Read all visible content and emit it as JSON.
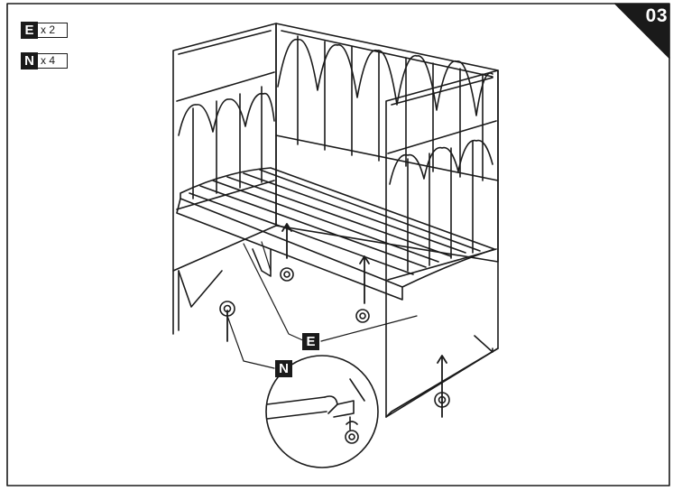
{
  "step": {
    "number": "03"
  },
  "parts": [
    {
      "letter": "E",
      "quantity": "x 2"
    },
    {
      "letter": "N",
      "quantity": "x 4"
    }
  ],
  "callouts": {
    "e": "E",
    "n": "N"
  },
  "colors": {
    "ink": "#1a1a1a",
    "paper": "#ffffff"
  },
  "icons": [
    "bolt-icon",
    "nut-icon",
    "up-arrow-icon",
    "magnify-detail-icon"
  ]
}
